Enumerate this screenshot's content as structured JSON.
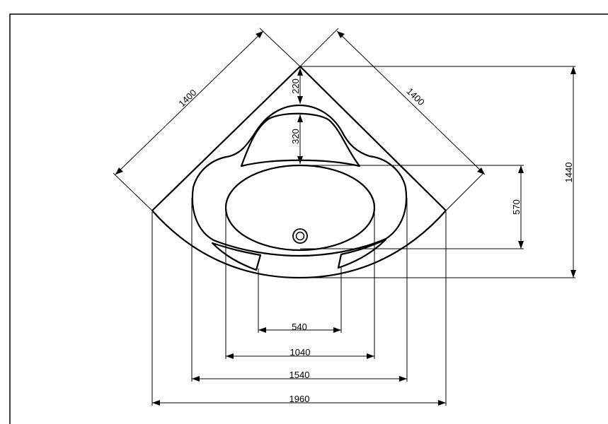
{
  "drawing": {
    "subject": "corner bathtub plan view",
    "dimensions": {
      "left_diagonal": "1400",
      "right_diagonal": "1400",
      "corner_to_rim": "220",
      "rim_to_basin": "320",
      "overall_depth": "1440",
      "basin_depth": "570",
      "seat_gap": "540",
      "basin_width": "1040",
      "inner_width": "1540",
      "overall_width": "1960"
    }
  }
}
